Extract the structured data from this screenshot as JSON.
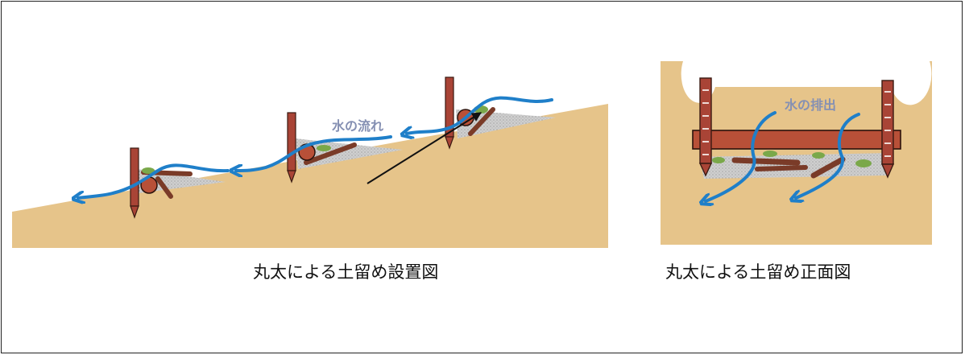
{
  "left_figure": {
    "caption": "丸太による土留め設置図",
    "flow_label": "水の流れ"
  },
  "right_figure": {
    "caption": "丸太による土留め正面図",
    "drain_label": "水の排出"
  },
  "colors": {
    "soil": "#e6c48a",
    "stake": "#a94436",
    "log": "#b85038",
    "water": "#1f7fc9",
    "gravel": "#c8c8c8",
    "branch": "#7a3b28",
    "leaf": "#7aa84a",
    "label": "#8590b3"
  }
}
